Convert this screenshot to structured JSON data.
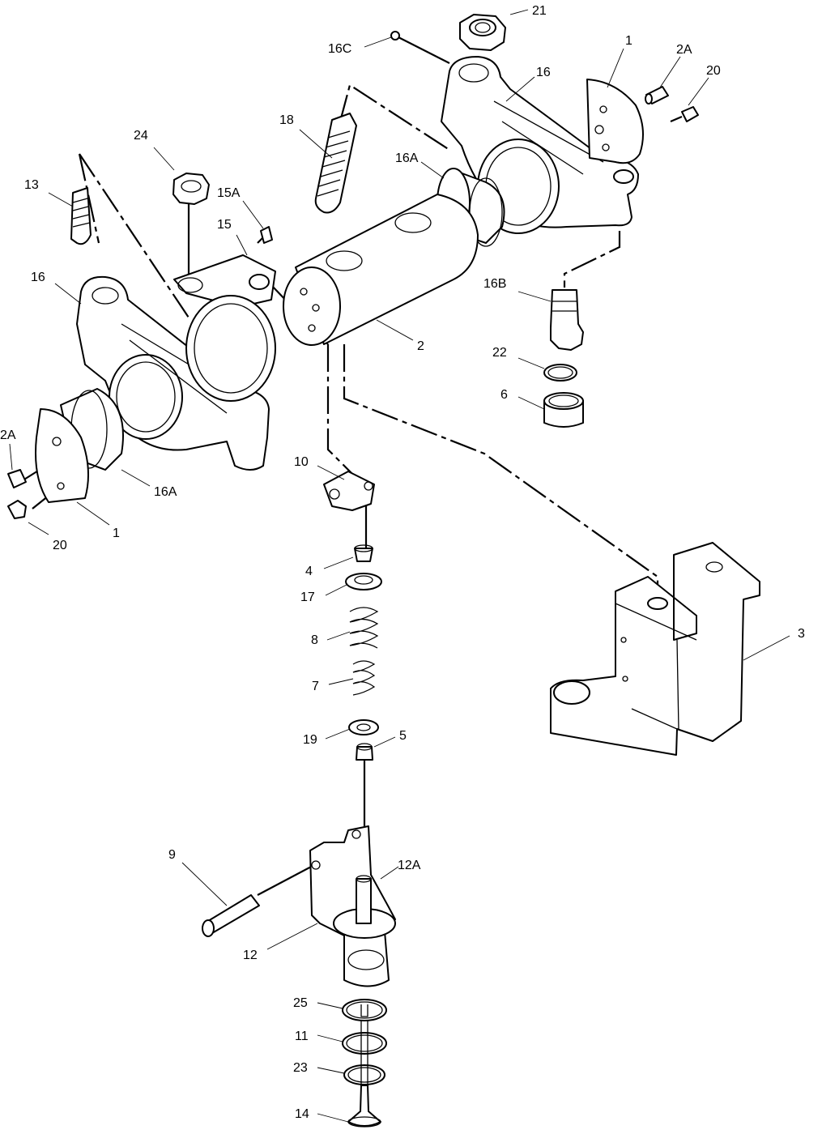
{
  "callouts": {
    "c21": "21",
    "c16C": "16C",
    "c1_top": "1",
    "c2A_top": "2A",
    "c20_top": "20",
    "c16_top": "16",
    "c18": "18",
    "c16A_top": "16A",
    "c24": "24",
    "c13": "13",
    "c15A": "15A",
    "c15": "15",
    "c16_left": "16",
    "c16B": "16B",
    "c2": "2",
    "c22": "22",
    "c6": "6",
    "c2A_left": "2A",
    "c16A_left": "16A",
    "c1_left": "1",
    "c20_left": "20",
    "c10": "10",
    "c4": "4",
    "c17": "17",
    "c8": "8",
    "c7": "7",
    "c3": "3",
    "c19": "19",
    "c5": "5",
    "c9": "9",
    "c12A": "12A",
    "c12": "12",
    "c25": "25",
    "c11": "11",
    "c23": "23",
    "c14": "14"
  }
}
